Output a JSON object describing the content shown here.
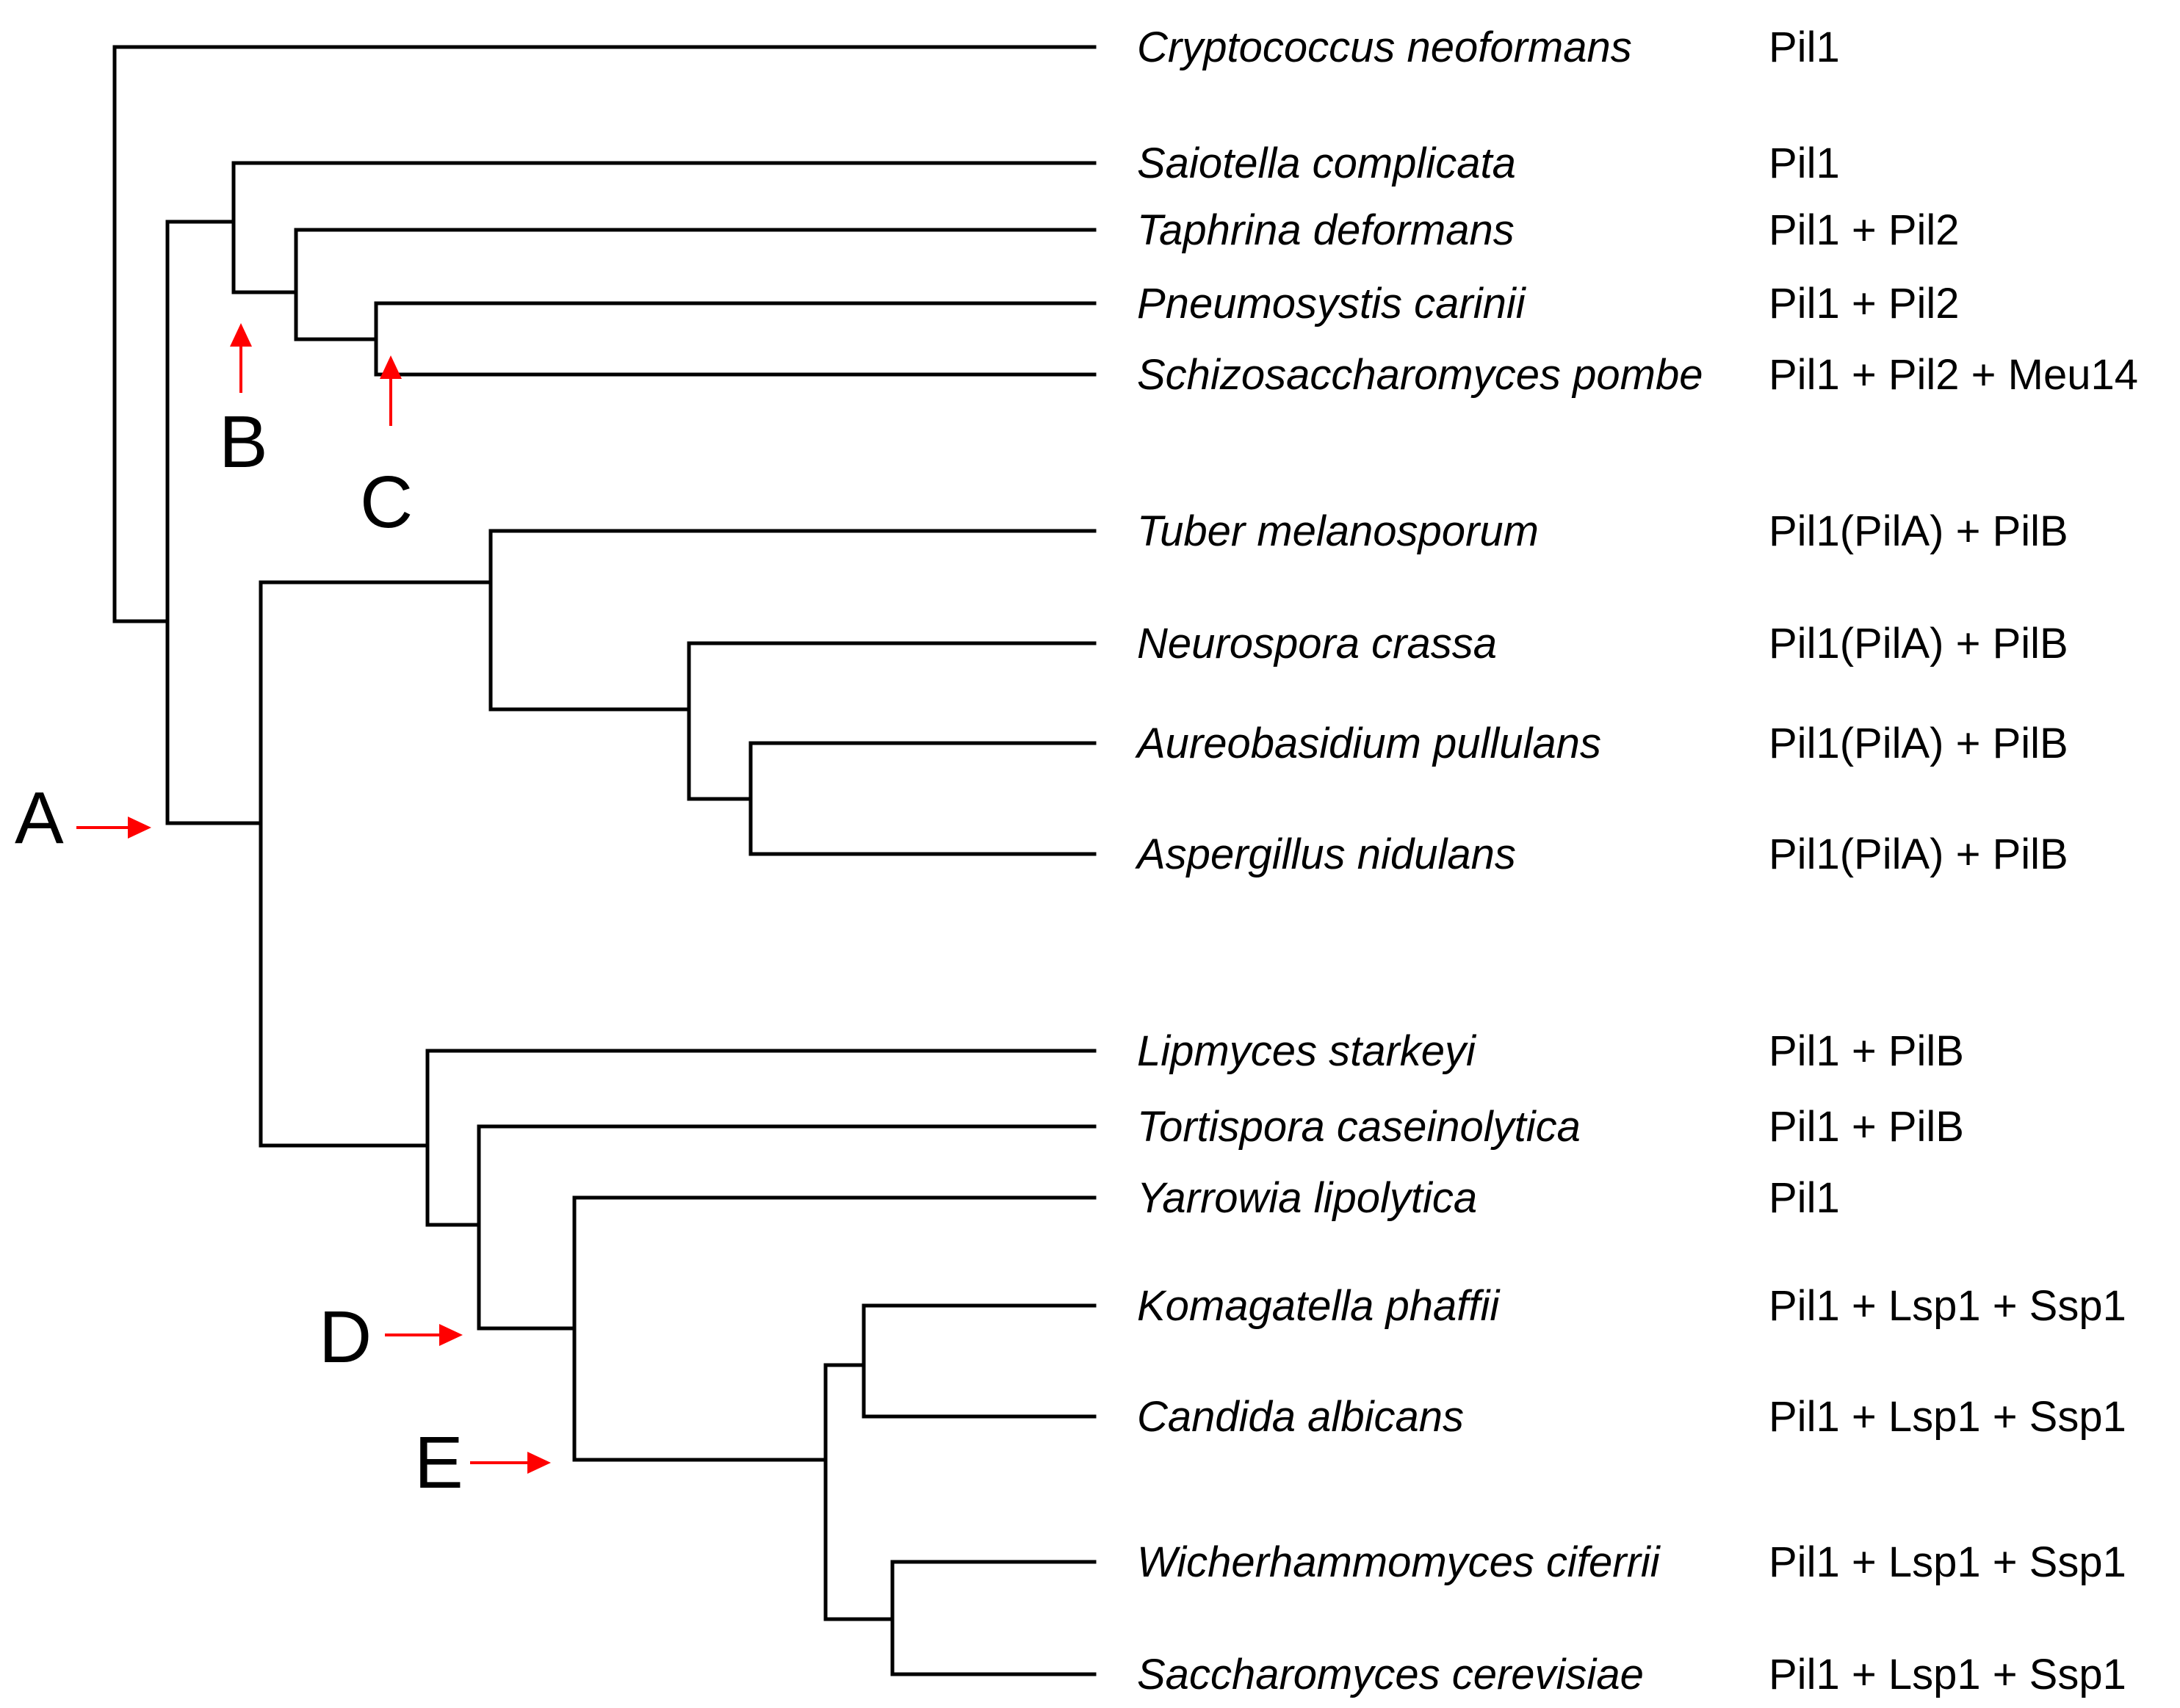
{
  "taxa": [
    {
      "species": "Cryptococcus neoformans",
      "proteins": "Pil1"
    },
    {
      "species": "Saiotella complicata",
      "proteins": "Pil1"
    },
    {
      "species": "Taphrina deformans",
      "proteins": "Pil1 + Pil2"
    },
    {
      "species": "Pneumosystis carinii",
      "proteins": "Pil1 + Pil2"
    },
    {
      "species": "Schizosaccharomyces pombe",
      "proteins": "Pil1 + Pil2 + Meu14"
    },
    {
      "species": "Tuber melanosporum",
      "proteins": "Pil1(PilA) + PilB"
    },
    {
      "species": "Neurospora crassa",
      "proteins": "Pil1(PilA) + PilB"
    },
    {
      "species": "Aureobasidium pullulans",
      "proteins": "Pil1(PilA) + PilB"
    },
    {
      "species": "Aspergillus nidulans",
      "proteins": "Pil1(PilA) + PilB"
    },
    {
      "species": "Lipmyces starkeyi",
      "proteins": "Pil1 + PilB"
    },
    {
      "species": "Tortispora caseinolytica",
      "proteins": "Pil1 + PilB"
    },
    {
      "species": "Yarrowia lipolytica",
      "proteins": "Pil1"
    },
    {
      "species": "Komagatella phaffii",
      "proteins": "Pil1 + Lsp1 + Ssp1"
    },
    {
      "species": "Candida albicans",
      "proteins": "Pil1 + Lsp1 + Ssp1"
    },
    {
      "species": "Wicherhammomyces ciferrii",
      "proteins": "Pil1 + Lsp1 + Ssp1"
    },
    {
      "species": "Saccharomyces cerevisiae",
      "proteins": "Pil1 + Lsp1 + Ssp1"
    }
  ],
  "node_labels": {
    "A": "A",
    "B": "B",
    "C": "C",
    "D": "D",
    "E": "E"
  },
  "colors": {
    "branch": "#000000",
    "arrow": "#ff0000"
  }
}
